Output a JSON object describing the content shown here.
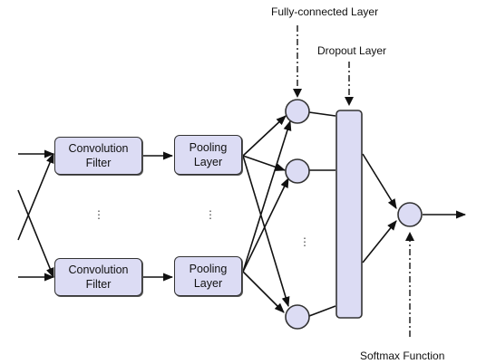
{
  "labels": {
    "fully_connected": "Fully-connected Layer",
    "dropout": "Dropout Layer",
    "softmax": "Softmax Function"
  },
  "conv_top": {
    "line1": "Convolution",
    "line2": "Filter"
  },
  "conv_bottom": {
    "line1": "Convolution",
    "line2": "Filter"
  },
  "pool_top": {
    "line1": "Pooling",
    "line2": "Layer"
  },
  "pool_bottom": {
    "line1": "Pooling",
    "line2": "Layer"
  },
  "ellipsis": "⋮",
  "colors": {
    "node_fill": "#dcdcf4",
    "stroke": "#333333"
  }
}
